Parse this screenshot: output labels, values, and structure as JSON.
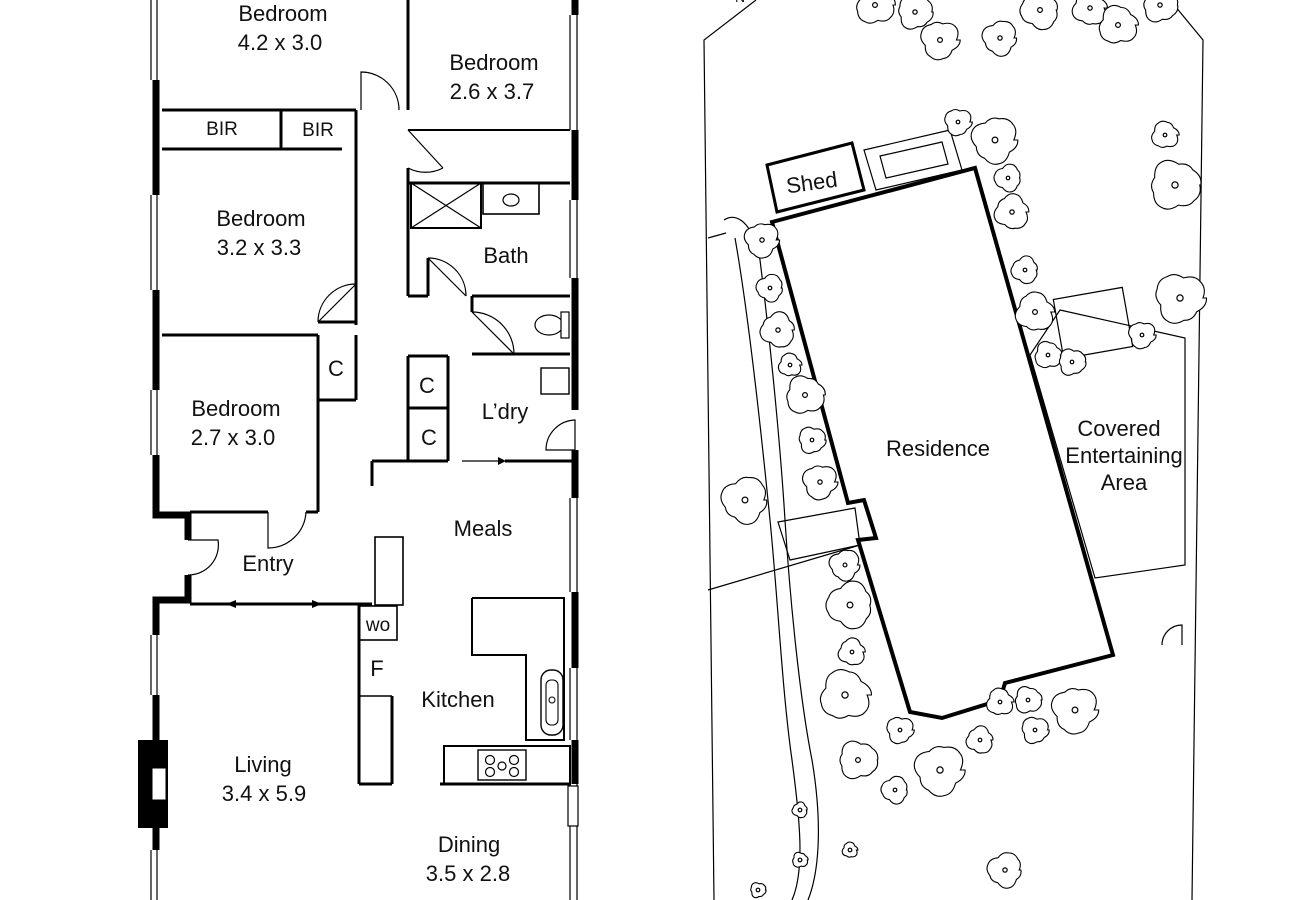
{
  "floor_plan": {
    "rooms": [
      {
        "name": "Bedroom",
        "size": "4.2 x 3.0"
      },
      {
        "name": "Bedroom",
        "size": "2.6 x 3.7"
      },
      {
        "name": "Bedroom",
        "size": "3.2 x 3.3"
      },
      {
        "name": "Bedroom",
        "size": "2.7 x 3.0"
      },
      {
        "name": "Living",
        "size": "3.4 x 5.9"
      },
      {
        "name": "Dining",
        "size": "3.5 x 2.8"
      }
    ],
    "labels": {
      "bir1": "BIR",
      "bir2": "BIR",
      "bath": "Bath",
      "laundry": "L’dry",
      "c1": "C",
      "c2": "C",
      "c3": "C",
      "meals": "Meals",
      "entry": "Entry",
      "kitchen": "Kitchen",
      "wo": "wo",
      "fridge": "F"
    }
  },
  "site_plan": {
    "north": "N",
    "shed": "Shed",
    "residence": "Residence",
    "covered_area": [
      "Covered",
      "Entertaining",
      "Area"
    ]
  }
}
